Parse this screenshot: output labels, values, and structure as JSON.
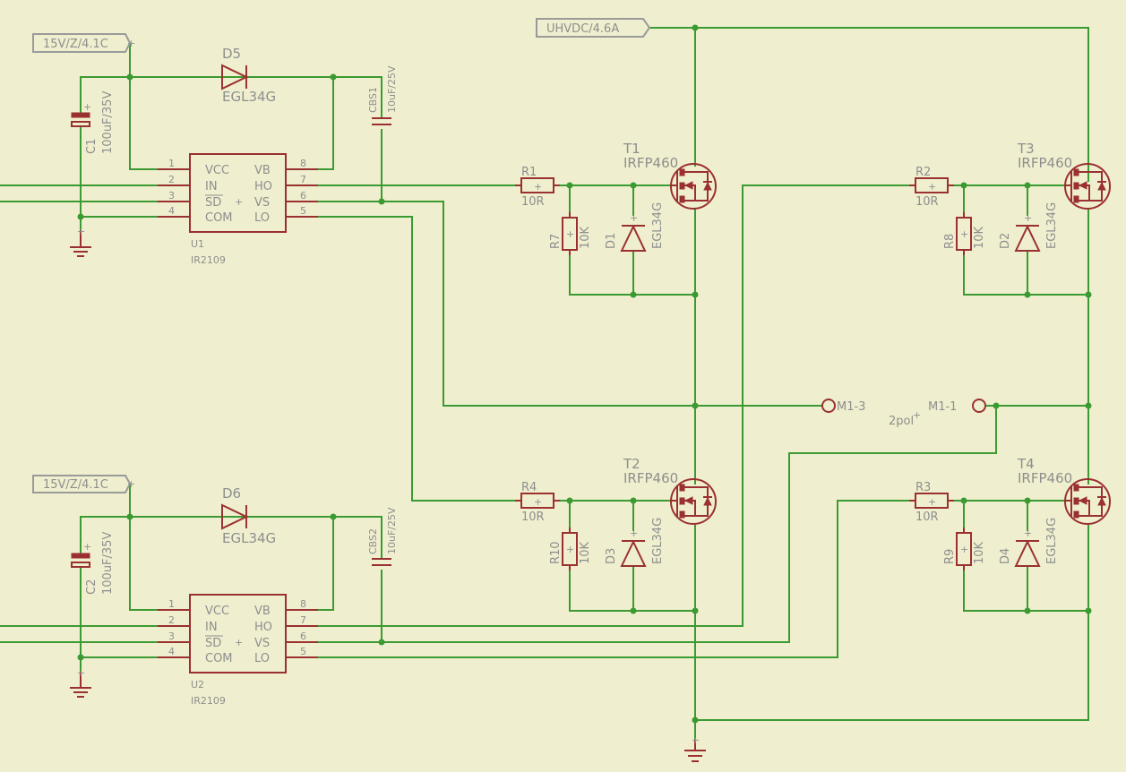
{
  "supplies": {
    "top_driver_supply": "15V/Z/4.1C",
    "bottom_driver_supply": "15V/Z/4.1C",
    "hv_supply": "UHVDC/4.6A"
  },
  "driver_ics": [
    {
      "name": "U1",
      "value": "IR2109",
      "pin_numbers": [
        "1",
        "2",
        "3",
        "4",
        "8",
        "7",
        "6",
        "5"
      ],
      "pin_names": [
        "VCC",
        "IN",
        "SD",
        "COM",
        "VB",
        "HO",
        "VS",
        "LO"
      ]
    },
    {
      "name": "U2",
      "value": "IR2109",
      "pin_numbers": [
        "1",
        "2",
        "3",
        "4",
        "8",
        "7",
        "6",
        "5"
      ],
      "pin_names": [
        "VCC",
        "IN",
        "SD",
        "COM",
        "VB",
        "HO",
        "VS",
        "LO"
      ]
    }
  ],
  "capacitors": {
    "c1": {
      "name": "C1",
      "value": "100uF/35V"
    },
    "c2": {
      "name": "C2",
      "value": "100uF/35V"
    },
    "cbs1": {
      "name": "CBS1",
      "value": "10uF/25V"
    },
    "cbs2": {
      "name": "CBS2",
      "value": "10uF/25V"
    }
  },
  "diodes": {
    "d5": {
      "name": "D5",
      "value": "EGL34G"
    },
    "d6": {
      "name": "D6",
      "value": "EGL34G"
    },
    "d1": {
      "name": "D1",
      "value": "EGL34G"
    },
    "d2": {
      "name": "D2",
      "value": "EGL34G"
    },
    "d3": {
      "name": "D3",
      "value": "EGL34G"
    },
    "d4": {
      "name": "D4",
      "value": "EGL34G"
    }
  },
  "resistors": {
    "r1": {
      "name": "R1",
      "value": "10R"
    },
    "r2": {
      "name": "R2",
      "value": "10R"
    },
    "r3": {
      "name": "R3",
      "value": "10R"
    },
    "r4": {
      "name": "R4",
      "value": "10R"
    },
    "r7": {
      "name": "R7",
      "value": "10K"
    },
    "r8": {
      "name": "R8",
      "value": "10K"
    },
    "r9": {
      "name": "R9",
      "value": "10K"
    },
    "r10": {
      "name": "R10",
      "value": "10K"
    }
  },
  "transistors": {
    "t1": {
      "name": "T1",
      "value": "IRFP460"
    },
    "t2": {
      "name": "T2",
      "value": "IRFP460"
    },
    "t3": {
      "name": "T3",
      "value": "IRFP460"
    },
    "t4": {
      "name": "T4",
      "value": "IRFP460"
    }
  },
  "connector": {
    "pin3": "M1-3",
    "pin1": "M1-1",
    "value": "2pol"
  }
}
